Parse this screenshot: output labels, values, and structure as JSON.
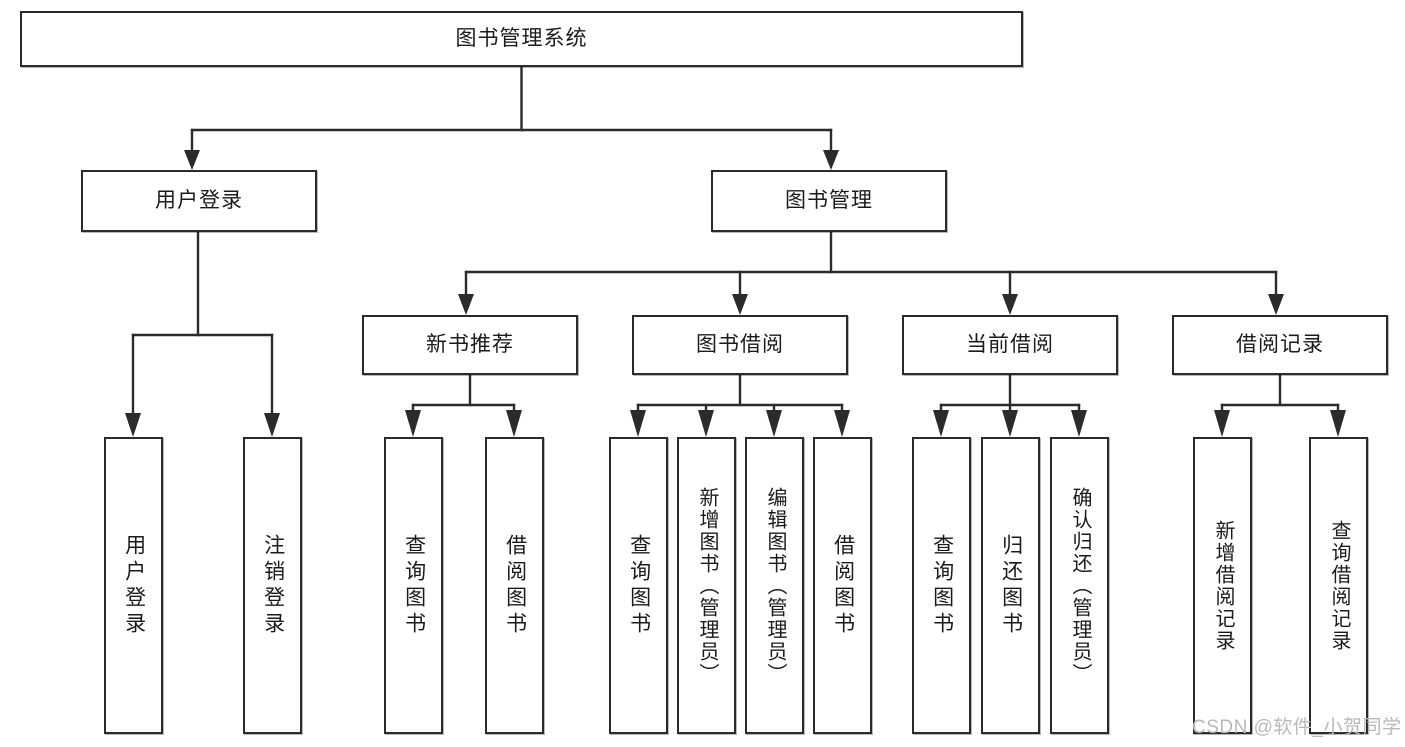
{
  "diagram": {
    "type": "hierarchy-tree",
    "title": "图书管理系统",
    "watermark": "CSDN @软件_小贺同学",
    "root": {
      "id": "root",
      "label": "图书管理系统"
    },
    "level2": [
      {
        "id": "user-login",
        "label": "用户登录"
      },
      {
        "id": "book-management",
        "label": "图书管理"
      }
    ],
    "level3": [
      {
        "id": "new-book-recommend",
        "label": "新书推荐",
        "parent": "book-management"
      },
      {
        "id": "book-borrow",
        "label": "图书借阅",
        "parent": "book-management"
      },
      {
        "id": "current-borrow",
        "label": "当前借阅",
        "parent": "book-management"
      },
      {
        "id": "borrow-record",
        "label": "借阅记录",
        "parent": "book-management"
      }
    ],
    "leaves": [
      {
        "id": "leaf-user-login",
        "label": "用户登录",
        "parent": "user-login"
      },
      {
        "id": "leaf-user-logout",
        "label": "注销登录",
        "parent": "user-login"
      },
      {
        "id": "leaf-query-book-1",
        "label": "查询图书",
        "parent": "new-book-recommend"
      },
      {
        "id": "leaf-borrow-book-1",
        "label": "借阅图书",
        "parent": "new-book-recommend"
      },
      {
        "id": "leaf-query-book-2",
        "label": "查询图书",
        "parent": "book-borrow"
      },
      {
        "id": "leaf-add-book",
        "label": "新增图书（管理员）",
        "parent": "book-borrow"
      },
      {
        "id": "leaf-edit-book",
        "label": "编辑图书（管理员）",
        "parent": "book-borrow"
      },
      {
        "id": "leaf-borrow-book-2",
        "label": "借阅图书",
        "parent": "book-borrow"
      },
      {
        "id": "leaf-query-book-3",
        "label": "查询图书",
        "parent": "current-borrow"
      },
      {
        "id": "leaf-return-book",
        "label": "归还图书",
        "parent": "current-borrow"
      },
      {
        "id": "leaf-confirm-return",
        "label": "确认归还（管理员）",
        "parent": "current-borrow"
      },
      {
        "id": "leaf-add-record",
        "label": "新增借阅记录",
        "parent": "borrow-record"
      },
      {
        "id": "leaf-query-record",
        "label": "查询借阅记录",
        "parent": "borrow-record"
      }
    ],
    "colors": {
      "stroke": "#2b2b2b",
      "fill": "#ffffff",
      "text": "#1b1b1b",
      "watermark": "#b9b9b9"
    }
  }
}
